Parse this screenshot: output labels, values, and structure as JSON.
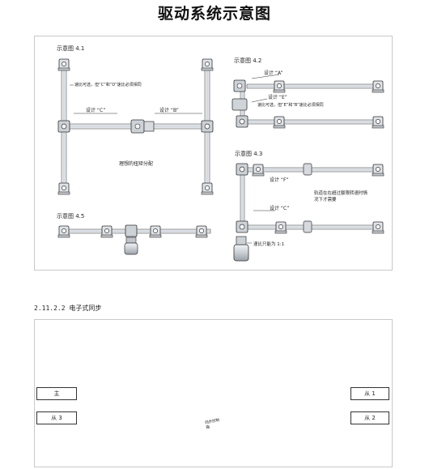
{
  "page_title": "驱动系统示意图",
  "section_heading": "2.11.2.2 电子式同步",
  "diagram1": {
    "fig_4_1": "示意图 4.1",
    "fig_4_2": "示意图 4.2",
    "fig_4_3": "示意图 4.3",
    "fig_4_5": "示意图 4.5",
    "note_4_1": "速比可选，但“C”和“D”速比必须相同",
    "design_c": "设计 “C”",
    "design_b": "设计 “B”",
    "ideal_load": "理想的扭矩分配",
    "design_a": "设计 “A”",
    "design_e": "设计 “E”",
    "note_4_2": "速比可选，但“E”和“B”速比必须相同",
    "design_f": "设计 “F”",
    "design_c2": "设计 “C”",
    "note_4_3": "轨道在在超过额限转速时情况下才需要",
    "ratio_note": "速比只能为 1:1"
  },
  "diagram2": {
    "master": "主",
    "slave1": "从 1",
    "slave2": "从 2",
    "slave3": "从 3",
    "controller": "同步控制箱"
  },
  "colors": {
    "line": "#333333",
    "motor": "#d9dde2",
    "gearbox": "#c8ccd1",
    "shaft": "#e6e9ec",
    "accent_blue": "#2b6fd6",
    "accent_yellow": "#e5c23a"
  }
}
